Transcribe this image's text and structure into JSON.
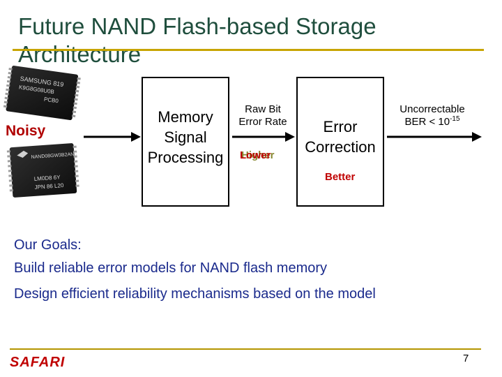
{
  "title": "Future NAND Flash-based Storage Architecture",
  "noisy_label": "Noisy",
  "boxes": {
    "signal_processing": [
      "Memory",
      "Signal",
      "Processing"
    ],
    "error_correction": [
      "Error",
      "Correction"
    ]
  },
  "annotations": {
    "raw_ber": [
      "Raw Bit",
      "Error Rate"
    ],
    "lower": "Lower",
    "higher": "Higher",
    "uncorrectable": "Uncorrectable",
    "ber_prefix": "BER < 10",
    "ber_exponent": "-15",
    "better": "Better"
  },
  "goals": {
    "header": "Our Goals:",
    "items": [
      "Build reliable error models for NAND flash memory",
      "Design efficient reliability mechanisms based on the model"
    ]
  },
  "chip_markings": {
    "top": [
      "SAMSUNG 819",
      "K9G8G08U0B",
      "PCB0"
    ],
    "bottom": [
      "NAND08GW3B2AN6",
      "LM0D8 6Y",
      "JPN 86 L20"
    ]
  },
  "footer": {
    "logo": "SAFARI",
    "page_number": "7"
  },
  "colors": {
    "title": "#1f4e3d",
    "rule": "#c7a400",
    "noisy": "#b00000",
    "accent_red": "#c00000",
    "goals": "#1a2a8c"
  }
}
